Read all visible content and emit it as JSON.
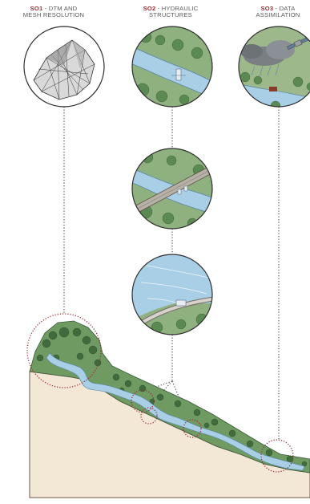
{
  "objectives": [
    {
      "code": "SO1",
      "line1": " - DTM AND",
      "line2": "MESH RESOLUTION"
    },
    {
      "code": "SO2",
      "line1": " - HYDRAULIC",
      "line2": "STRUCTURES"
    },
    {
      "code": "SO3",
      "line1": " - DATA",
      "line2": "ASSIMILATION"
    }
  ],
  "colors": {
    "accent_red": "#9b2d31",
    "water": "#a9cfe6",
    "vegetation": "#4f7a4a",
    "soil": "#f3e7d6",
    "ground_outline": "#6b5a48",
    "circle_border": "#2f2f2f"
  },
  "icons": {
    "mesh": "terrain-mesh-icon",
    "bridge": "bridge-icon",
    "weir": "weir-icon",
    "satellite": "satellite-icon",
    "cloud": "rain-cloud-icon"
  }
}
